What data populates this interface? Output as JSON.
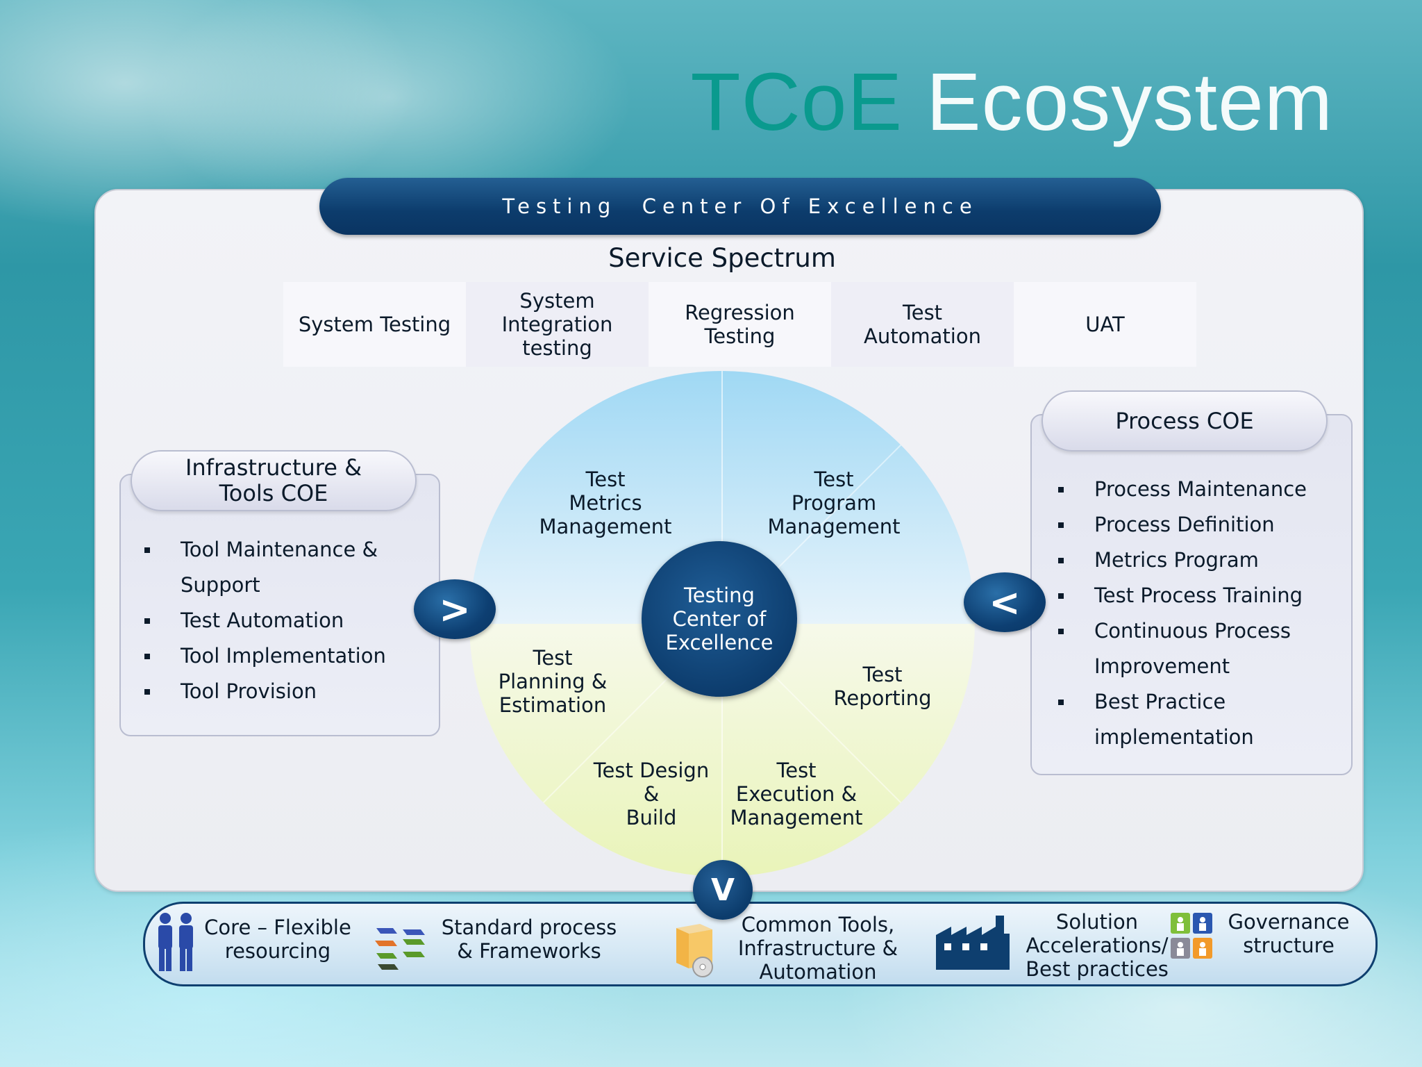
{
  "title": {
    "part1": "TCoE",
    "part2": "Ecosystem"
  },
  "banner": "Testing  Center Of Excellence",
  "spectrum": {
    "title": "Service Spectrum",
    "items": [
      "System Testing",
      "System\nIntegration\ntesting",
      "Regression\nTesting",
      "Test\nAutomation",
      "UAT"
    ]
  },
  "left_box": {
    "heading": "Infrastructure &\nTools COE",
    "items": [
      "Tool Maintenance &",
      "Support",
      "Test Automation",
      "Tool Implementation",
      "Tool Provision"
    ]
  },
  "right_box": {
    "heading": "Process COE",
    "items": [
      "Process Maintenance",
      "Process Definition",
      "Metrics Program",
      "Test Process Training",
      "Continuous Process",
      "Improvement",
      "Best Practice",
      "implementation"
    ]
  },
  "arrows": {
    "left": ">",
    "right": "<",
    "bottom": "V"
  },
  "wheel": {
    "hub": "Testing\nCenter of\nExcellence",
    "segments": [
      "Test\nMetrics\nManagement",
      "Test\nProgram\nManagement",
      "Test\nReporting",
      "Test\nExecution &\nManagement",
      "Test Design\n&\nBuild",
      "Test\nPlanning &\nEstimation"
    ]
  },
  "bottom_bar": [
    {
      "label": "Core – Flexible\nresourcing",
      "icon": "people-icon"
    },
    {
      "label": "Standard process\n& Frameworks",
      "icon": "process-blocks-icon"
    },
    {
      "label": "Common Tools,\nInfrastructure &\nAutomation",
      "icon": "software-box-icon"
    },
    {
      "label": "Solution\nAccelerations/\nBest practices",
      "icon": "factory-icon"
    },
    {
      "label": "Governance\nstructure",
      "icon": "org-chart-icon"
    }
  ],
  "colors": {
    "title_accent": "#0a9a8e",
    "navy": "#0c3c6c",
    "wheel_top": "#a9dcf5",
    "wheel_bottom": "#eef6c4"
  }
}
